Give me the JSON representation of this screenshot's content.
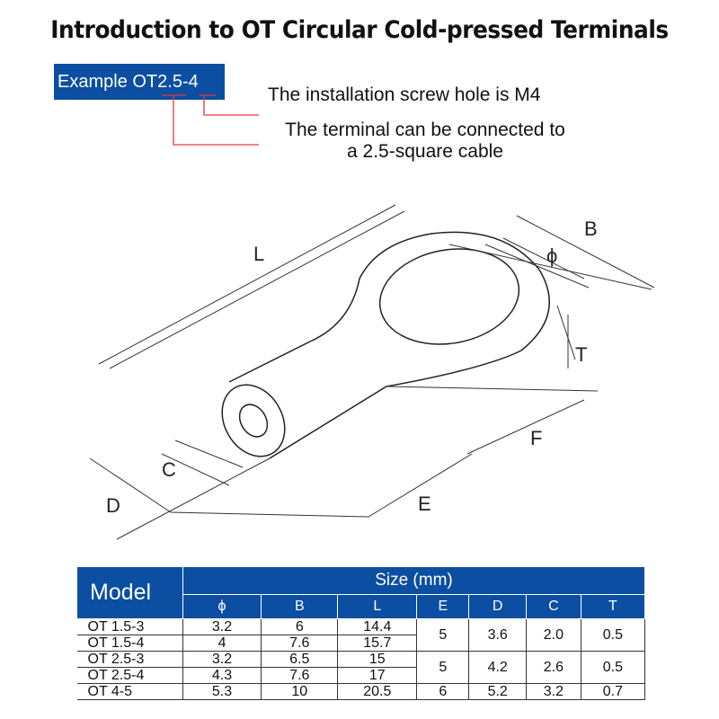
{
  "title": "Introduction to OT Circular Cold-pressed Terminals",
  "example": {
    "label": "Example OT2.5-4",
    "note_screw": "The installation screw hole is M4",
    "note_cable_line1": "The terminal can be connected to",
    "note_cable_line2": "a 2.5-square cable"
  },
  "diagram": {
    "labels": {
      "L": "L",
      "B": "B",
      "phi": "ϕ",
      "T": "T",
      "F": "F",
      "C": "C",
      "D": "D",
      "E": "E"
    }
  },
  "table": {
    "model_header": "Model",
    "size_header": "Size (mm)",
    "columns": [
      "ϕ",
      "B",
      "L",
      "E",
      "D",
      "C",
      "T"
    ],
    "groups": [
      {
        "rows": [
          {
            "model": "OT  1.5-3",
            "phi": "3.2",
            "B": "6",
            "L": "14.4"
          },
          {
            "model": "OT  1.5-4",
            "phi": "4",
            "B": "7.6",
            "L": "15.7"
          }
        ],
        "E": "5",
        "D": "3.6",
        "C": "2.0",
        "T": "0.5"
      },
      {
        "rows": [
          {
            "model": "OT  2.5-3",
            "phi": "3.2",
            "B": "6.5",
            "L": "15"
          },
          {
            "model": "OT  2.5-4",
            "phi": "4.3",
            "B": "7.6",
            "L": "17"
          }
        ],
        "E": "5",
        "D": "4.2",
        "C": "2.6",
        "T": "0.5"
      },
      {
        "rows": [
          {
            "model": "OT  4-5",
            "phi": "5.3",
            "B": "10",
            "L": "20.5"
          }
        ],
        "E": "6",
        "D": "5.2",
        "C": "3.2",
        "T": "0.7"
      }
    ]
  },
  "colors": {
    "header_blue": "#0b4ea2",
    "leader_red": "#e53935"
  }
}
